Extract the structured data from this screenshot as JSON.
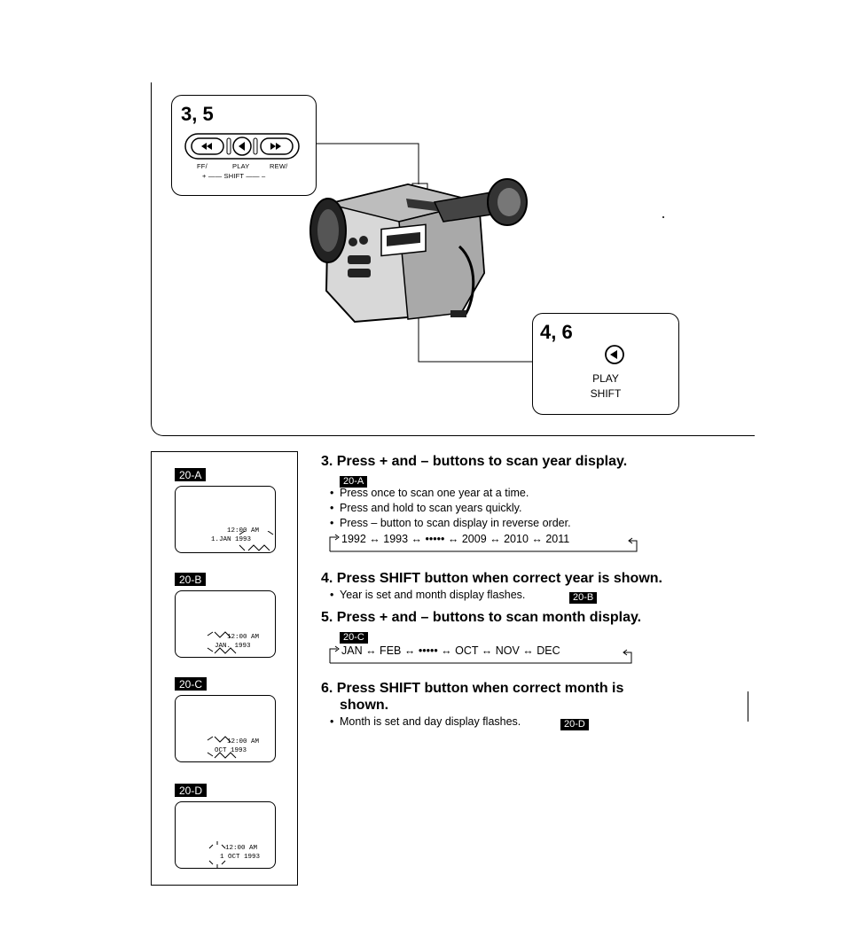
{
  "figure": {
    "callout_left": {
      "number": "3, 5",
      "label_ff": "FF/",
      "label_play": "PLAY",
      "label_rew": "REW/",
      "label_shift_plus": "+ —— SHIFT —— –"
    },
    "callout_right": {
      "number": "4, 6",
      "label_play": "PLAY",
      "label_shift": "SHIFT"
    }
  },
  "screens": [
    {
      "badge": "20-A",
      "line1": "12:00 AM",
      "line2": "1.JAN 1993"
    },
    {
      "badge": "20-B",
      "line1": "12:00 AM",
      "line2": "JAN. 1993"
    },
    {
      "badge": "20-C",
      "line1": "12:00 AM",
      "line2": "OCT 1993"
    },
    {
      "badge": "20-D",
      "line1": "12:00 AM",
      "line2": "1 OCT 1993"
    }
  ],
  "steps": [
    {
      "heading": "3. Press + and – buttons to scan year display.",
      "badge": "20-A",
      "bullets": [
        "Press once to scan one year at a time.",
        "Press and hold to scan years quickly.",
        "Press – button to scan display in reverse order."
      ],
      "sequence": "1992 ↔ 1993 ↔ ••••• ↔ 2009 ↔ 2010 ↔ 2011"
    },
    {
      "heading": "4. Press SHIFT button when correct year is shown.",
      "bullets": [
        "Year is set and month display flashes."
      ],
      "badge": "20-B"
    },
    {
      "heading": "5. Press + and – buttons to scan month display.",
      "badge": "20-C",
      "sequence": "JAN ↔ FEB ↔ ••••• ↔ OCT ↔ NOV ↔ DEC"
    },
    {
      "heading_line1": "6. Press SHIFT button when correct month is",
      "heading_line2": "shown.",
      "bullets": [
        "Month is set and day display flashes."
      ],
      "badge": "20-D"
    }
  ]
}
